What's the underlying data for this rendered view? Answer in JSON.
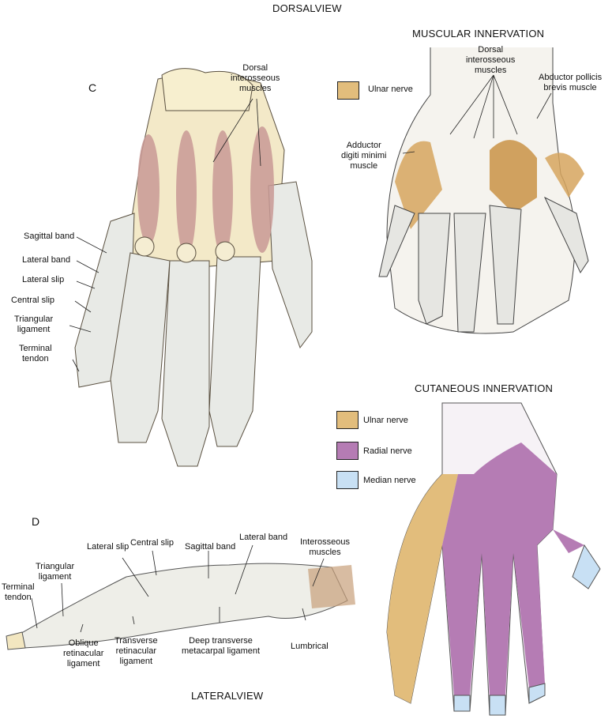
{
  "title_dorsal": "DORSALVIEW",
  "title_lateral": "LATERALVIEW",
  "panel_c": {
    "letter": "C",
    "labels": {
      "dorsal_interosseous": [
        "Dorsal",
        "interosseous",
        "muscles"
      ],
      "sagittal_band": "Sagittal band",
      "lateral_band": "Lateral band",
      "lateral_slip": "Lateral slip",
      "central_slip": "Central slip",
      "triangular_ligament": [
        "Triangular",
        "ligament"
      ],
      "terminal_tendon": [
        "Terminal",
        "tendon"
      ]
    }
  },
  "muscular": {
    "title": "MUSCULAR INNERVATION",
    "legend": [
      {
        "label": "Ulnar nerve",
        "color": "#e2bd7c"
      }
    ],
    "labels": {
      "dorsal_interosseous": [
        "Dorsal",
        "interosseous",
        "muscles"
      ],
      "abductor_pollicis": [
        "Abductor pollicis",
        "brevis muscle"
      ],
      "adductor_digiti": [
        "Adductor",
        "digiti minimi",
        "muscle"
      ]
    }
  },
  "cutaneous": {
    "title": "CUTANEOUS INNERVATION",
    "legend": [
      {
        "label": "Ulnar nerve",
        "color": "#e2bd7c"
      },
      {
        "label": "Radial nerve",
        "color": "#b57cb4"
      },
      {
        "label": "Median nerve",
        "color": "#c8e0f4"
      }
    ]
  },
  "panel_d": {
    "letter": "D",
    "labels": {
      "terminal_tendon": [
        "Terminal",
        "tendon"
      ],
      "triangular_ligament": [
        "Triangular",
        "ligament"
      ],
      "lateral_slip": "Lateral slip",
      "central_slip": "Central slip",
      "sagittal_band": "Sagittal band",
      "lateral_band": "Lateral band",
      "interosseous": [
        "Interosseous",
        "muscles"
      ],
      "oblique_retinacular": [
        "Oblique",
        "retinacular",
        "ligament"
      ],
      "transverse_retinacular": [
        "Transverse",
        "retinacular",
        "ligament"
      ],
      "deep_transverse": [
        "Deep transverse",
        "metacarpal ligament"
      ],
      "lumbrical": "Lumbrical"
    }
  }
}
